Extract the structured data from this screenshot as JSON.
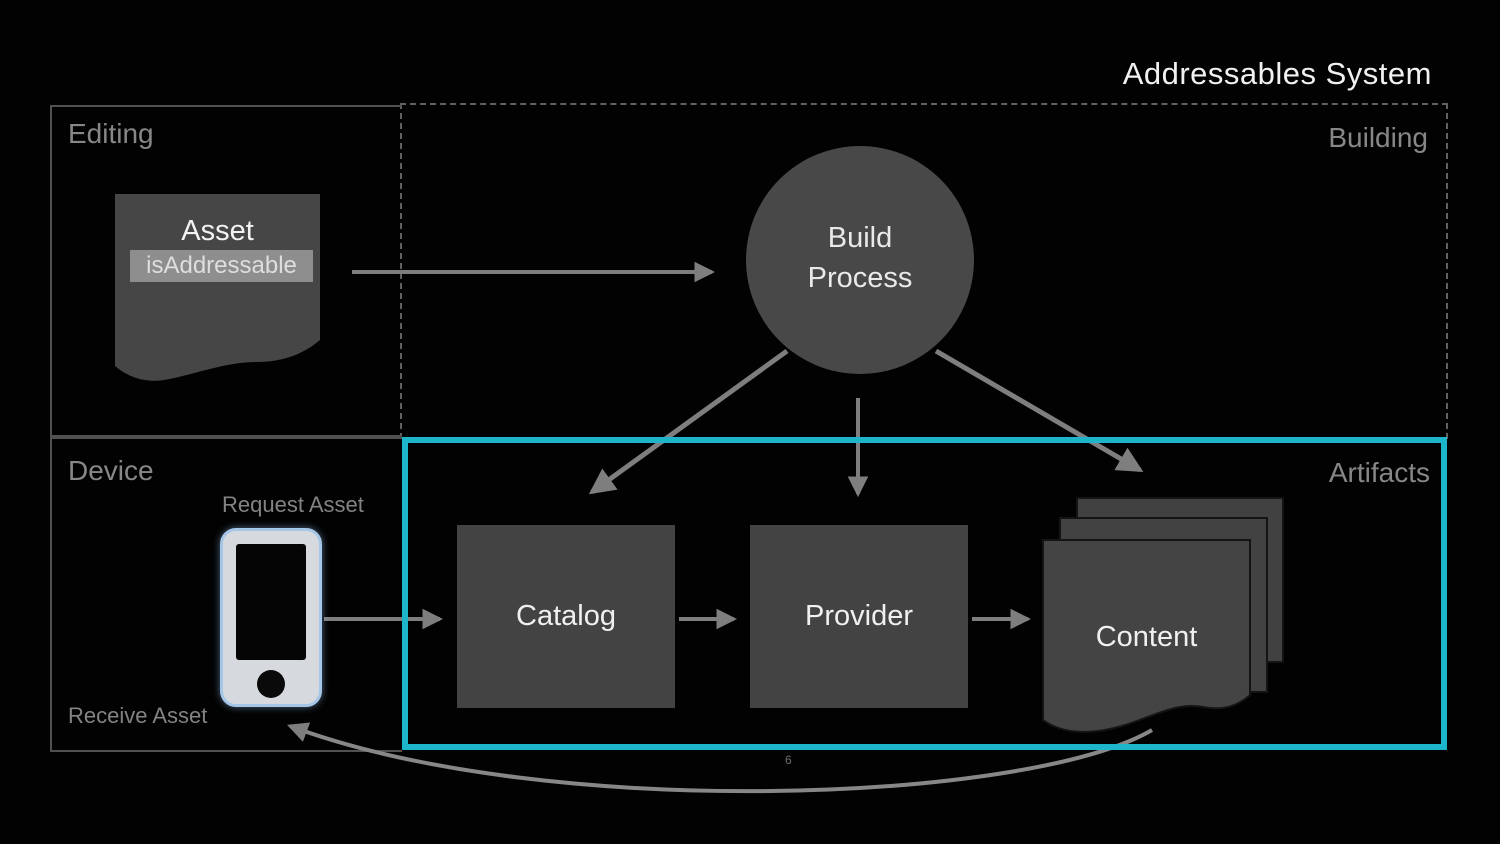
{
  "title": "Addressables System",
  "sections": {
    "editing": "Editing",
    "building": "Building",
    "device": "Device",
    "artifacts": "Artifacts"
  },
  "nodes": {
    "asset": {
      "title": "Asset",
      "property": "isAddressable"
    },
    "build_process": "Build Process",
    "catalog": "Catalog",
    "provider": "Provider",
    "content": "Content"
  },
  "device_flow": {
    "request": "Request Asset",
    "receive": "Receive Asset"
  },
  "page_number": "6",
  "colors": {
    "accent": "#1cb5c9",
    "arrow": "#7e7e7e",
    "node_fill": "#434343",
    "document_fill": "#464646",
    "highlight_fill": "#8e8e8e",
    "background": "#020202"
  }
}
